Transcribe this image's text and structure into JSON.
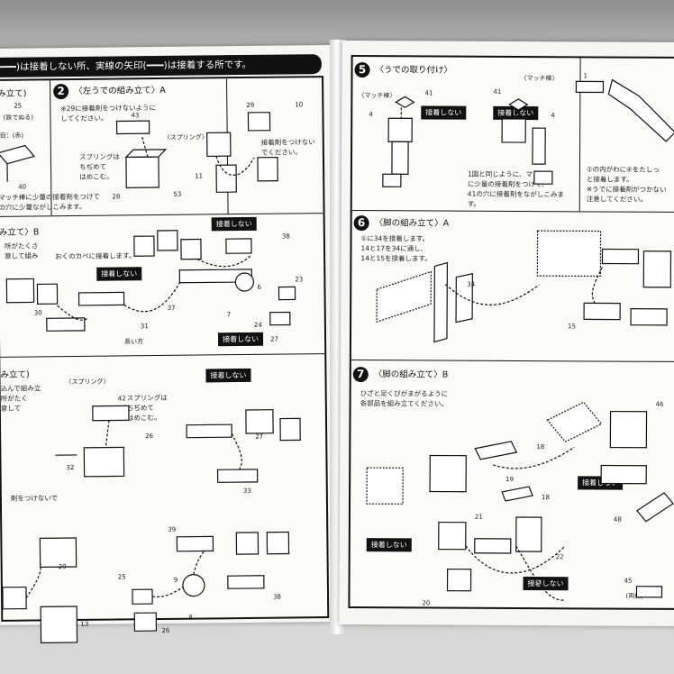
{
  "left_page": {
    "banner": "(━━━)は接着しない所、実線の矢印(━━━)は接着する所です。",
    "step2": {
      "number": "2",
      "title": "〈左うでの組み立て〉A",
      "notes": [
        "※29に接着剤をつけないように",
        "してください。"
      ],
      "spring_callout": "〈スプリング〉",
      "spring_note": [
        "スプリングは",
        "ちぢめて",
        "はめこむ。"
      ],
      "glue_note": [
        "接着剤をつけない",
        "でください。"
      ],
      "parts": [
        "43",
        "28",
        "53",
        "29",
        "10",
        "11"
      ]
    },
    "step1_partial": {
      "labels": [
        "25",
        "(鉄でぬる)",
        "目：(赤)",
        "40"
      ],
      "notes": [
        "マッチ棒に少量の接着剤をつけて",
        "の穴に少量ながしこみます。"
      ],
      "cut_title": "み立て)"
    },
    "stepB_upper": {
      "title": "み立て〉B",
      "notes": [
        "所がたくさ",
        "意して組み"
      ],
      "note_inside": "おくのカベに接着します。",
      "no_glue": "接着しない",
      "long_side": "長い方",
      "parts": [
        "38",
        "37",
        "6",
        "23",
        "27",
        "30",
        "31",
        "7",
        "24"
      ]
    },
    "stepC_lower": {
      "title": "み立て)",
      "spring_callout": "〈スプリング〉",
      "spring_note": [
        "スプリングは",
        "ちぢめて",
        "はめこむ。"
      ],
      "notes": [
        "込んで組み立",
        "所がたく",
        "意して"
      ],
      "no_glue": "接着しない",
      "parts": [
        "42",
        "26",
        "32",
        "27",
        "33"
      ]
    },
    "stepD_bottom": {
      "notes": [
        "剤をつけないで"
      ],
      "parts": [
        "29",
        "13",
        "39",
        "25",
        "9",
        "38",
        "8",
        "26"
      ]
    }
  },
  "right_page": {
    "step5": {
      "number": "5",
      "title": "〈うでの取り付け〉",
      "match_stick": "〈マッチ棒〉",
      "no_glue": "接着しない",
      "notes": [
        "1図と同じように、マッチ棒",
        "に少量の接着剤をつけて、",
        "41の穴に接着剤をながしこみま",
        "す。"
      ],
      "notes_right": [
        "①の内がわに④をたしっ",
        "と接着します。",
        "※うでに接着剤がつかない",
        "注意してください。"
      ],
      "parts": [
        "41",
        "4",
        "1"
      ]
    },
    "step6": {
      "number": "6",
      "title": "〈脚の組み立て〉A",
      "notes": [
        "①に34を接着します。",
        "14と17を34に通し、",
        "14と15を接着します。"
      ],
      "parts": [
        "34",
        "15"
      ]
    },
    "step7": {
      "number": "7",
      "title": "〈脚の組み立て〉B",
      "notes": [
        "ひざと足くびがまがるように",
        "各部品を組み立てください。"
      ],
      "no_glue_labels": [
        "接着しない",
        "接着しない",
        "接着しない"
      ],
      "both_sides": "(両側)",
      "parts": [
        "18",
        "19",
        "21",
        "18",
        "22",
        "20",
        "46",
        "48",
        "45"
      ]
    }
  }
}
